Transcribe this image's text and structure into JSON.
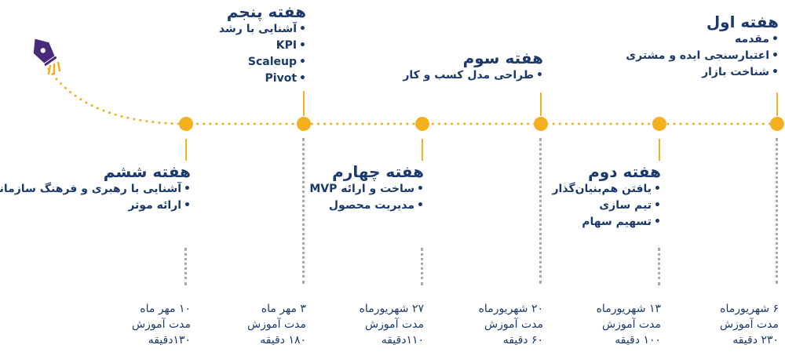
{
  "weeks": [
    {
      "title": "هفته اول",
      "items": [
        "مقدمه",
        "اعتبارسنجی ایده و مشتری",
        "شناخت بازار"
      ],
      "date": "۶ شهریورماه",
      "duration_label": "مدت آموزش",
      "duration": "۲۳۰ دقیقه"
    },
    {
      "title": "هفته دوم",
      "items": [
        "یافتن هم‌بنیان‌گذار",
        "تیم سازی",
        "تسهیم سهام"
      ],
      "date": "۱۳ شهریورماه",
      "duration_label": "مدت آموزش",
      "duration": "۱۰۰ دقیقه"
    },
    {
      "title": "هفته سوم",
      "items": [
        "طراحی مدل کسب و کار"
      ],
      "date": "۲۰ شهریورماه",
      "duration_label": "مدت آموزش",
      "duration": "۶۰ دقیقه"
    },
    {
      "title": "هفته چهارم",
      "items": [
        "ساخت و ارائه MVP",
        "مدیریت محصول"
      ],
      "date": "۲۷ شهریورماه",
      "duration_label": "مدت آموزش",
      "duration": "۱۱۰دقیقه"
    },
    {
      "title": "هفته پنجم",
      "items": [
        "آشنایی با رشد",
        "KPI",
        "Scaleup",
        "Pivot"
      ],
      "date": "۳ مهر ماه",
      "duration_label": "مدت آموزش",
      "duration": "۱۸۰ دقیقه"
    },
    {
      "title": "هفته ششم",
      "items": [
        "آشنایی با رهبری و فرهنگ سازمانی",
        "ارائه موثر"
      ],
      "date": "۱۰ مهر ماه",
      "duration_label": "مدت آموزش",
      "duration": "۱۳۰دقیقه"
    }
  ],
  "colors": {
    "accent": "#f5b01f",
    "text": "#1b3a6b",
    "dots": "#a8a8a8",
    "pen": "#4a2a7a"
  },
  "icon": "fountain-pen-nib-icon"
}
